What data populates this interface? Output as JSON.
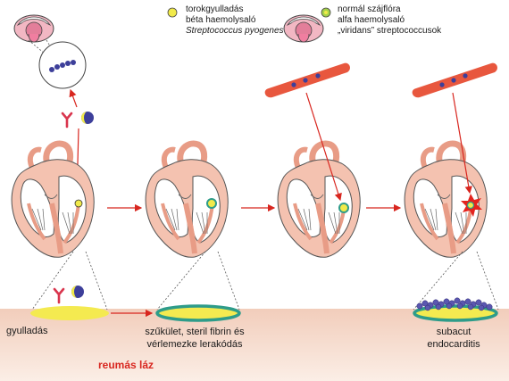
{
  "legend_beta": {
    "line1": "torokgyulladás",
    "line2": "béta haemolysaló",
    "line3": "Streptococcus pyogenes"
  },
  "legend_alpha": {
    "line1": "normál szájflóra",
    "line2": "alfa haemolysaló",
    "line3": "„viridans” streptococcusok"
  },
  "labels": {
    "inflammation": "gyulladás",
    "stenosis_line1": "szűkület, steril fibrin és",
    "stenosis_line2": "vérlemezke lerakódás",
    "endocarditis_line1": "subacut",
    "endocarditis_line2": "endocarditis",
    "rheumatic_fever": "reumás láz"
  },
  "colors": {
    "arrow": "#d8261f",
    "valve_yellow": "#f4ea50",
    "fibrin_ring": "#2e9c8a",
    "bacteria": "#3d3f9a",
    "vessel": "#e8573e",
    "tissue": "#f2cdbb"
  },
  "icons": [
    "mouth-icon",
    "streptococcus-chain-icon",
    "antibody-icon",
    "bacterium-icon",
    "heart",
    "blood-vessel",
    "vegetation-burst-icon"
  ]
}
